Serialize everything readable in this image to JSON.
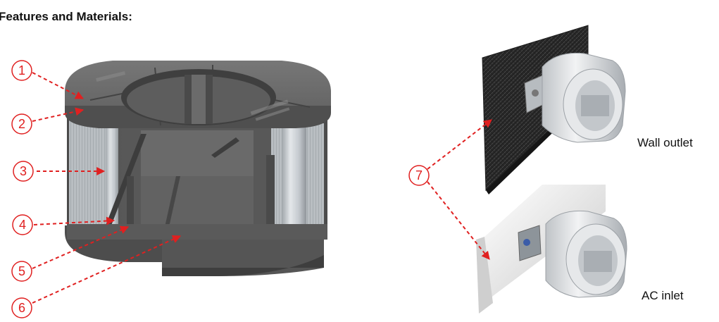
{
  "title": "Features and Materials:",
  "callouts": [
    "1",
    "2",
    "3",
    "4",
    "5",
    "6",
    "7"
  ],
  "labels": {
    "wall_outlet": "Wall outlet",
    "ac_inlet": "AC inlet"
  },
  "colors": {
    "callout_red": "#e02020",
    "part_dark": "#5b5b5b",
    "part_silver": "#d4d8dc",
    "carbon_plate": "#2a2a2a"
  }
}
